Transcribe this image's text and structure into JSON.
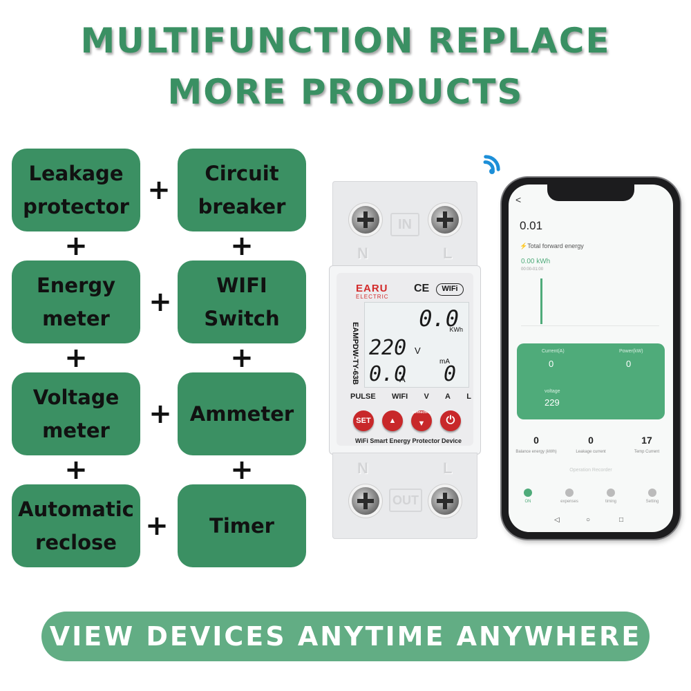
{
  "headline": {
    "line1": "MULTIFUNCTION REPLACE",
    "line2": "MORE PRODUCTS"
  },
  "features": [
    {
      "line1": "Leakage",
      "line2": "protector"
    },
    {
      "line1": "Circuit",
      "line2": "breaker"
    },
    {
      "line1": "Energy",
      "line2": "meter"
    },
    {
      "line1": "WIFI",
      "line2": "Switch"
    },
    {
      "line1": "Voltage",
      "line2": "meter"
    },
    {
      "line1": "Ammeter",
      "line2": ""
    },
    {
      "line1": "Automatic",
      "line2": "reclose"
    },
    {
      "line1": "Timer",
      "line2": ""
    }
  ],
  "plus_symbol": "+",
  "device": {
    "brand": "EARU",
    "brand_sub": "ELECTRIC",
    "ce": "CE",
    "wifi_badge": "WIFi",
    "model": "EAMPDW-TY-63B",
    "in_label": "IN",
    "out_label": "OUT",
    "n_label": "N",
    "l_label": "L",
    "lcd": {
      "energy": "0.0",
      "energy_unit": "KWh",
      "voltage": "220",
      "voltage_unit": "V",
      "current": "0.0",
      "current_unit": "A",
      "leak": "0",
      "leak_unit": "mA"
    },
    "indicators": [
      "PULSE",
      "WIFI",
      "V",
      "A",
      "L"
    ],
    "buttons": {
      "set": "SET",
      "up": "▲",
      "down_caption": "connecting",
      "down": "▼",
      "power": "⏻"
    },
    "caption": "WiFi Smart Energy Protector Device"
  },
  "phone": {
    "back": "<",
    "value": "0.01",
    "metric_label": "Total forward energy",
    "kwh": "0.00 kWh",
    "time_range": "00:00-01:00",
    "card": {
      "current_label": "Current(A)",
      "current_value": "0",
      "power_label": "Power(kW)",
      "power_value": "0",
      "voltage_label": "voltage",
      "voltage_value": "229"
    },
    "stats": [
      {
        "value": "0",
        "label": "Balance energy (kWh)"
      },
      {
        "value": "0",
        "label": "Leakage current"
      },
      {
        "value": "17",
        "label": "Temp Current"
      }
    ],
    "operation_link": "Operation Recorder",
    "tabs": [
      "ON",
      "expenses",
      "timing",
      "Setting"
    ]
  },
  "banner": "VIEW DEVICES ANYTIME ANYWHERE",
  "colors": {
    "green": "#3b9063",
    "banner_green": "#62ad84",
    "device_red": "#c8282a"
  }
}
